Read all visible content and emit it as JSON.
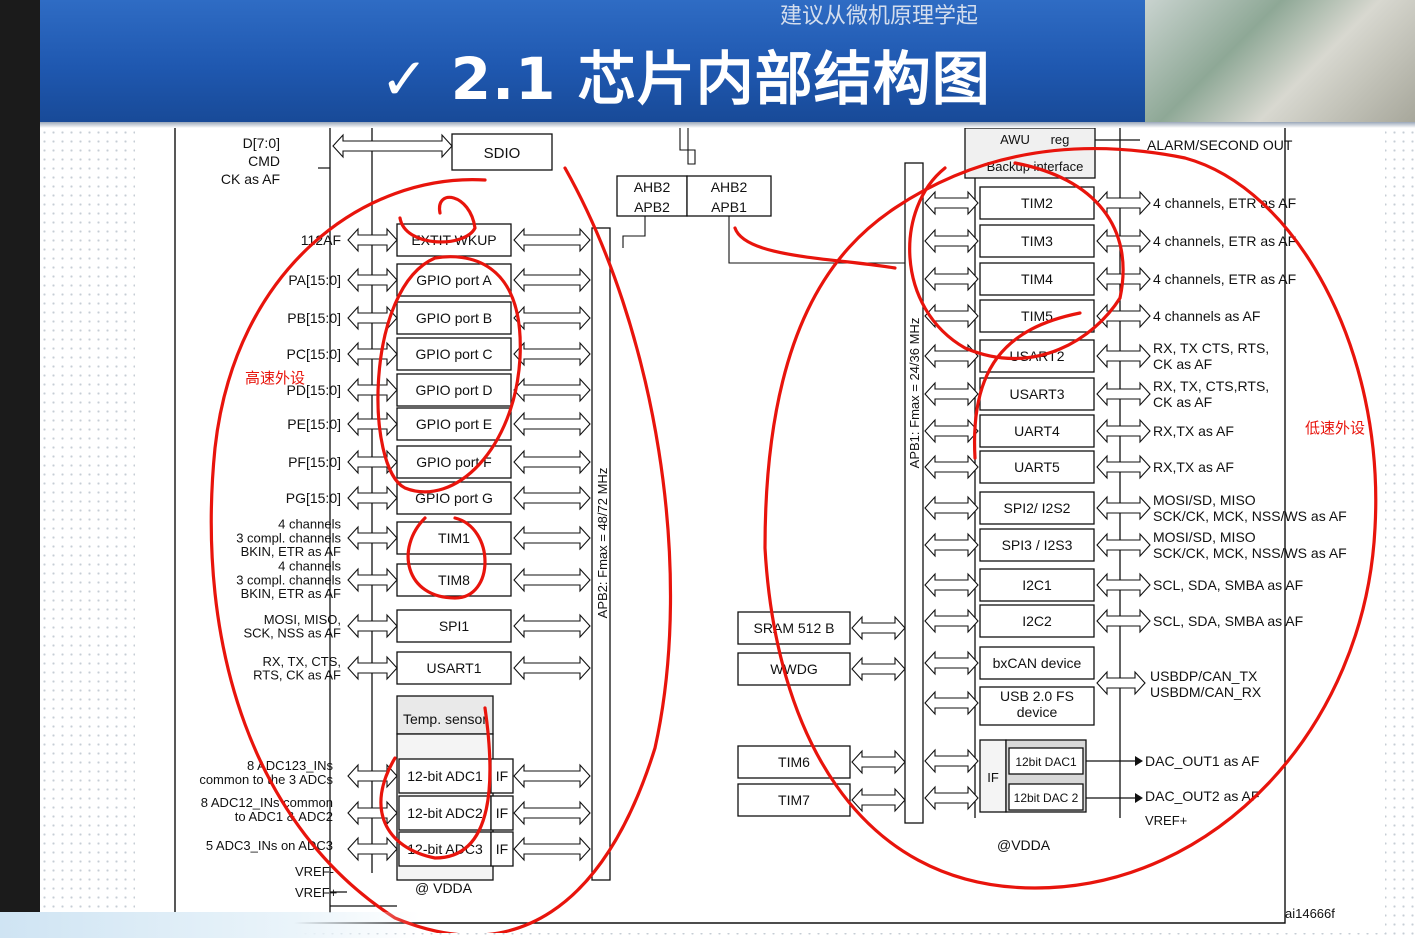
{
  "slide": {
    "subtitle": "建议从微机原理学起",
    "title": "✓ 2.1 芯片内部结构图"
  },
  "annotations": {
    "high_speed": "高速外设",
    "low_speed": "低速外设"
  },
  "diagram": {
    "figure_id": "ai14666f",
    "sdio": "SDIO",
    "sdio_pins": [
      "D[7:0]",
      "CMD",
      "CK as AF"
    ],
    "ahb_apb2": [
      "AHB2",
      "APB2"
    ],
    "ahb_apb1": [
      "AHB2",
      "APB1"
    ],
    "apb2_bus": "APB2: Fmax = 48/72 MHz",
    "apb1_bus": "APB1: Fmax = 24/36 MHz",
    "backup": {
      "awu": "AWU",
      "reg": "reg",
      "interface": "Backup interface",
      "alarm": "ALARM/SECOND OUT"
    },
    "left_blocks": [
      {
        "label": "EXTIT WKUP",
        "pin": "112AF"
      },
      {
        "label": "GPIO port A",
        "pin": "PA[15:0]"
      },
      {
        "label": "GPIO port B",
        "pin": "PB[15:0]"
      },
      {
        "label": "GPIO port C",
        "pin": "PC[15:0]"
      },
      {
        "label": "GPIO port D",
        "pin": "PD[15:0]"
      },
      {
        "label": "GPIO port E",
        "pin": "PE[15:0]"
      },
      {
        "label": "GPIO port F",
        "pin": "PF[15:0]"
      },
      {
        "label": "GPIO port G",
        "pin": "PG[15:0]"
      },
      {
        "label": "TIM1",
        "pin": "4 channels|3 compl. channels|BKIN, ETR as AF"
      },
      {
        "label": "TIM8",
        "pin": "4 channels|3 compl. channels|BKIN, ETR as AF"
      },
      {
        "label": "SPI1",
        "pin": "MOSI, MISO,|SCK, NSS as AF"
      },
      {
        "label": "USART1",
        "pin": "RX, TX, CTS,|RTS, CK as AF"
      }
    ],
    "temp_sensor": "Temp. sensor",
    "adc_blocks": [
      {
        "label": "12-bit ADC1",
        "if": "IF",
        "pin": "8 ADC123_INs|common to the 3 ADCs"
      },
      {
        "label": "12-bit ADC2",
        "if": "IF",
        "pin": "8 ADC12_INs common|to ADC1 & ADC2"
      },
      {
        "label": "12-bit ADC3",
        "if": "IF",
        "pin": "5 ADC3_INs on ADC3"
      }
    ],
    "vref_minus": "VREF-",
    "vref_plus": "VREF+",
    "vdda_left": "@ VDDA",
    "middle_blocks": [
      "SRAM 512 B",
      "WWDG",
      "TIM6",
      "TIM7"
    ],
    "right_blocks": [
      {
        "label": "TIM2",
        "pin": "4 channels, ETR as AF"
      },
      {
        "label": "TIM3",
        "pin": "4 channels, ETR as AF"
      },
      {
        "label": "TIM4",
        "pin": "4 channels, ETR as AF"
      },
      {
        "label": "TIM5",
        "pin": "4 channels as AF"
      },
      {
        "label": "USART2",
        "pin": "RX, TX CTS, RTS,|CK as AF"
      },
      {
        "label": "USART3",
        "pin": "RX, TX, CTS,RTS,|CK as AF"
      },
      {
        "label": "UART4",
        "pin": "RX,TX as AF"
      },
      {
        "label": "UART5",
        "pin": "RX,TX as AF"
      },
      {
        "label": "SPI2/ I2S2",
        "pin": "MOSI/SD, MISO|SCK/CK, MCK, NSS/WS as AF"
      },
      {
        "label": "SPI3 / I2S3",
        "pin": "MOSI/SD, MISO|SCK/CK, MCK, NSS/WS as AF"
      },
      {
        "label": "I2C1",
        "pin": "SCL, SDA, SMBA as AF"
      },
      {
        "label": "I2C2",
        "pin": "SCL, SDA, SMBA as AF"
      },
      {
        "label": "bxCAN device",
        "pin": ""
      },
      {
        "label": "USB 2.0 FS|device",
        "pin": ""
      }
    ],
    "usb_pins": "USBDP/CAN_TX|USBDM/CAN_RX",
    "dac": {
      "if": "IF",
      "dac1": "12bit DAC1",
      "dac2": "12bit DAC 2",
      "out1": "DAC_OUT1 as AF",
      "out2": "DAC_OUT2 as AF",
      "vref": "VREF+",
      "vdda": "@VDDA"
    }
  },
  "colors": {
    "banner": "#1f58b0",
    "ink": "#111111",
    "annotation_red": "#e8140c"
  }
}
